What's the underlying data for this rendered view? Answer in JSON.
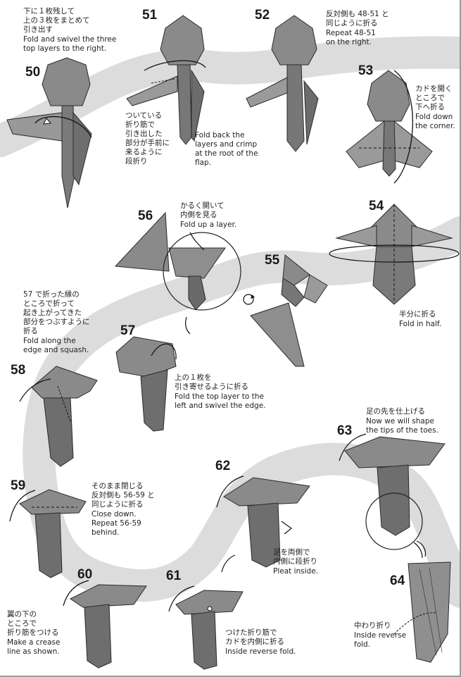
{
  "colors": {
    "paper": "#8a8a8a",
    "paper_light": "#a8a8a8",
    "paper_dark": "#5f5f5f",
    "path": "#dcdcdc",
    "ink": "#1a1a1a"
  },
  "steps": [
    {
      "n": "50"
    },
    {
      "n": "51"
    },
    {
      "n": "52"
    },
    {
      "n": "53"
    },
    {
      "n": "54"
    },
    {
      "n": "55"
    },
    {
      "n": "56"
    },
    {
      "n": "57"
    },
    {
      "n": "58"
    },
    {
      "n": "59"
    },
    {
      "n": "60"
    },
    {
      "n": "61"
    },
    {
      "n": "62"
    },
    {
      "n": "63"
    },
    {
      "n": "64"
    }
  ],
  "captions": [
    {
      "jp": "下に１枚残して\n上の３枚をまとめて\n引き出す",
      "en": "Fold and swivel the three\ntop layers to the right."
    },
    {
      "jp": "ついている\n折り筋で\n引き出した\n部分が手前に\n来るように\n段折り",
      "en": ""
    },
    {
      "jp": "",
      "en": "Fold back the\nlayers and crimp\nat the root of the\nflap."
    },
    {
      "jp": "反対側も 48-51 と\n同じように折る",
      "en": "Repeat 48-51\non the right."
    },
    {
      "jp": "カドを開く\nところで\n下へ折る",
      "en": "Fold down\nthe corner."
    },
    {
      "jp": "かるく開いて\n内側を見る",
      "en": "Fold up a layer."
    },
    {
      "jp": "半分に折る",
      "en": "Fold in half."
    },
    {
      "jp": "57 で折った縁の\nところで折って\n起き上がってきた\n部分をつぶすように\n折る",
      "en": "Fold along the\nedge and squash."
    },
    {
      "jp": "上の１枚を\n引き寄せるように折る",
      "en": "Fold the top layer to the\nleft and swivel the edge."
    },
    {
      "jp": "そのまま閉じる\n反対側も 56-59 と\n同じように折る",
      "en": "Close down.\nRepeat 56-59\nbehind."
    },
    {
      "jp": "足の先を仕上げる",
      "en": "Now we will shape\nthe tips of the toes."
    },
    {
      "jp": "足を両側で\n内側に段折り",
      "en": "Pleat inside."
    },
    {
      "jp": "翼の下の\nところで\n折り筋をつける",
      "en": "Make a crease\nline as shown."
    },
    {
      "jp": "つけた折り筋で\nカドを内側に折る",
      "en": "Inside reverse fold."
    },
    {
      "jp": "中わり折り",
      "en": "Inside reverse\nfold."
    }
  ]
}
